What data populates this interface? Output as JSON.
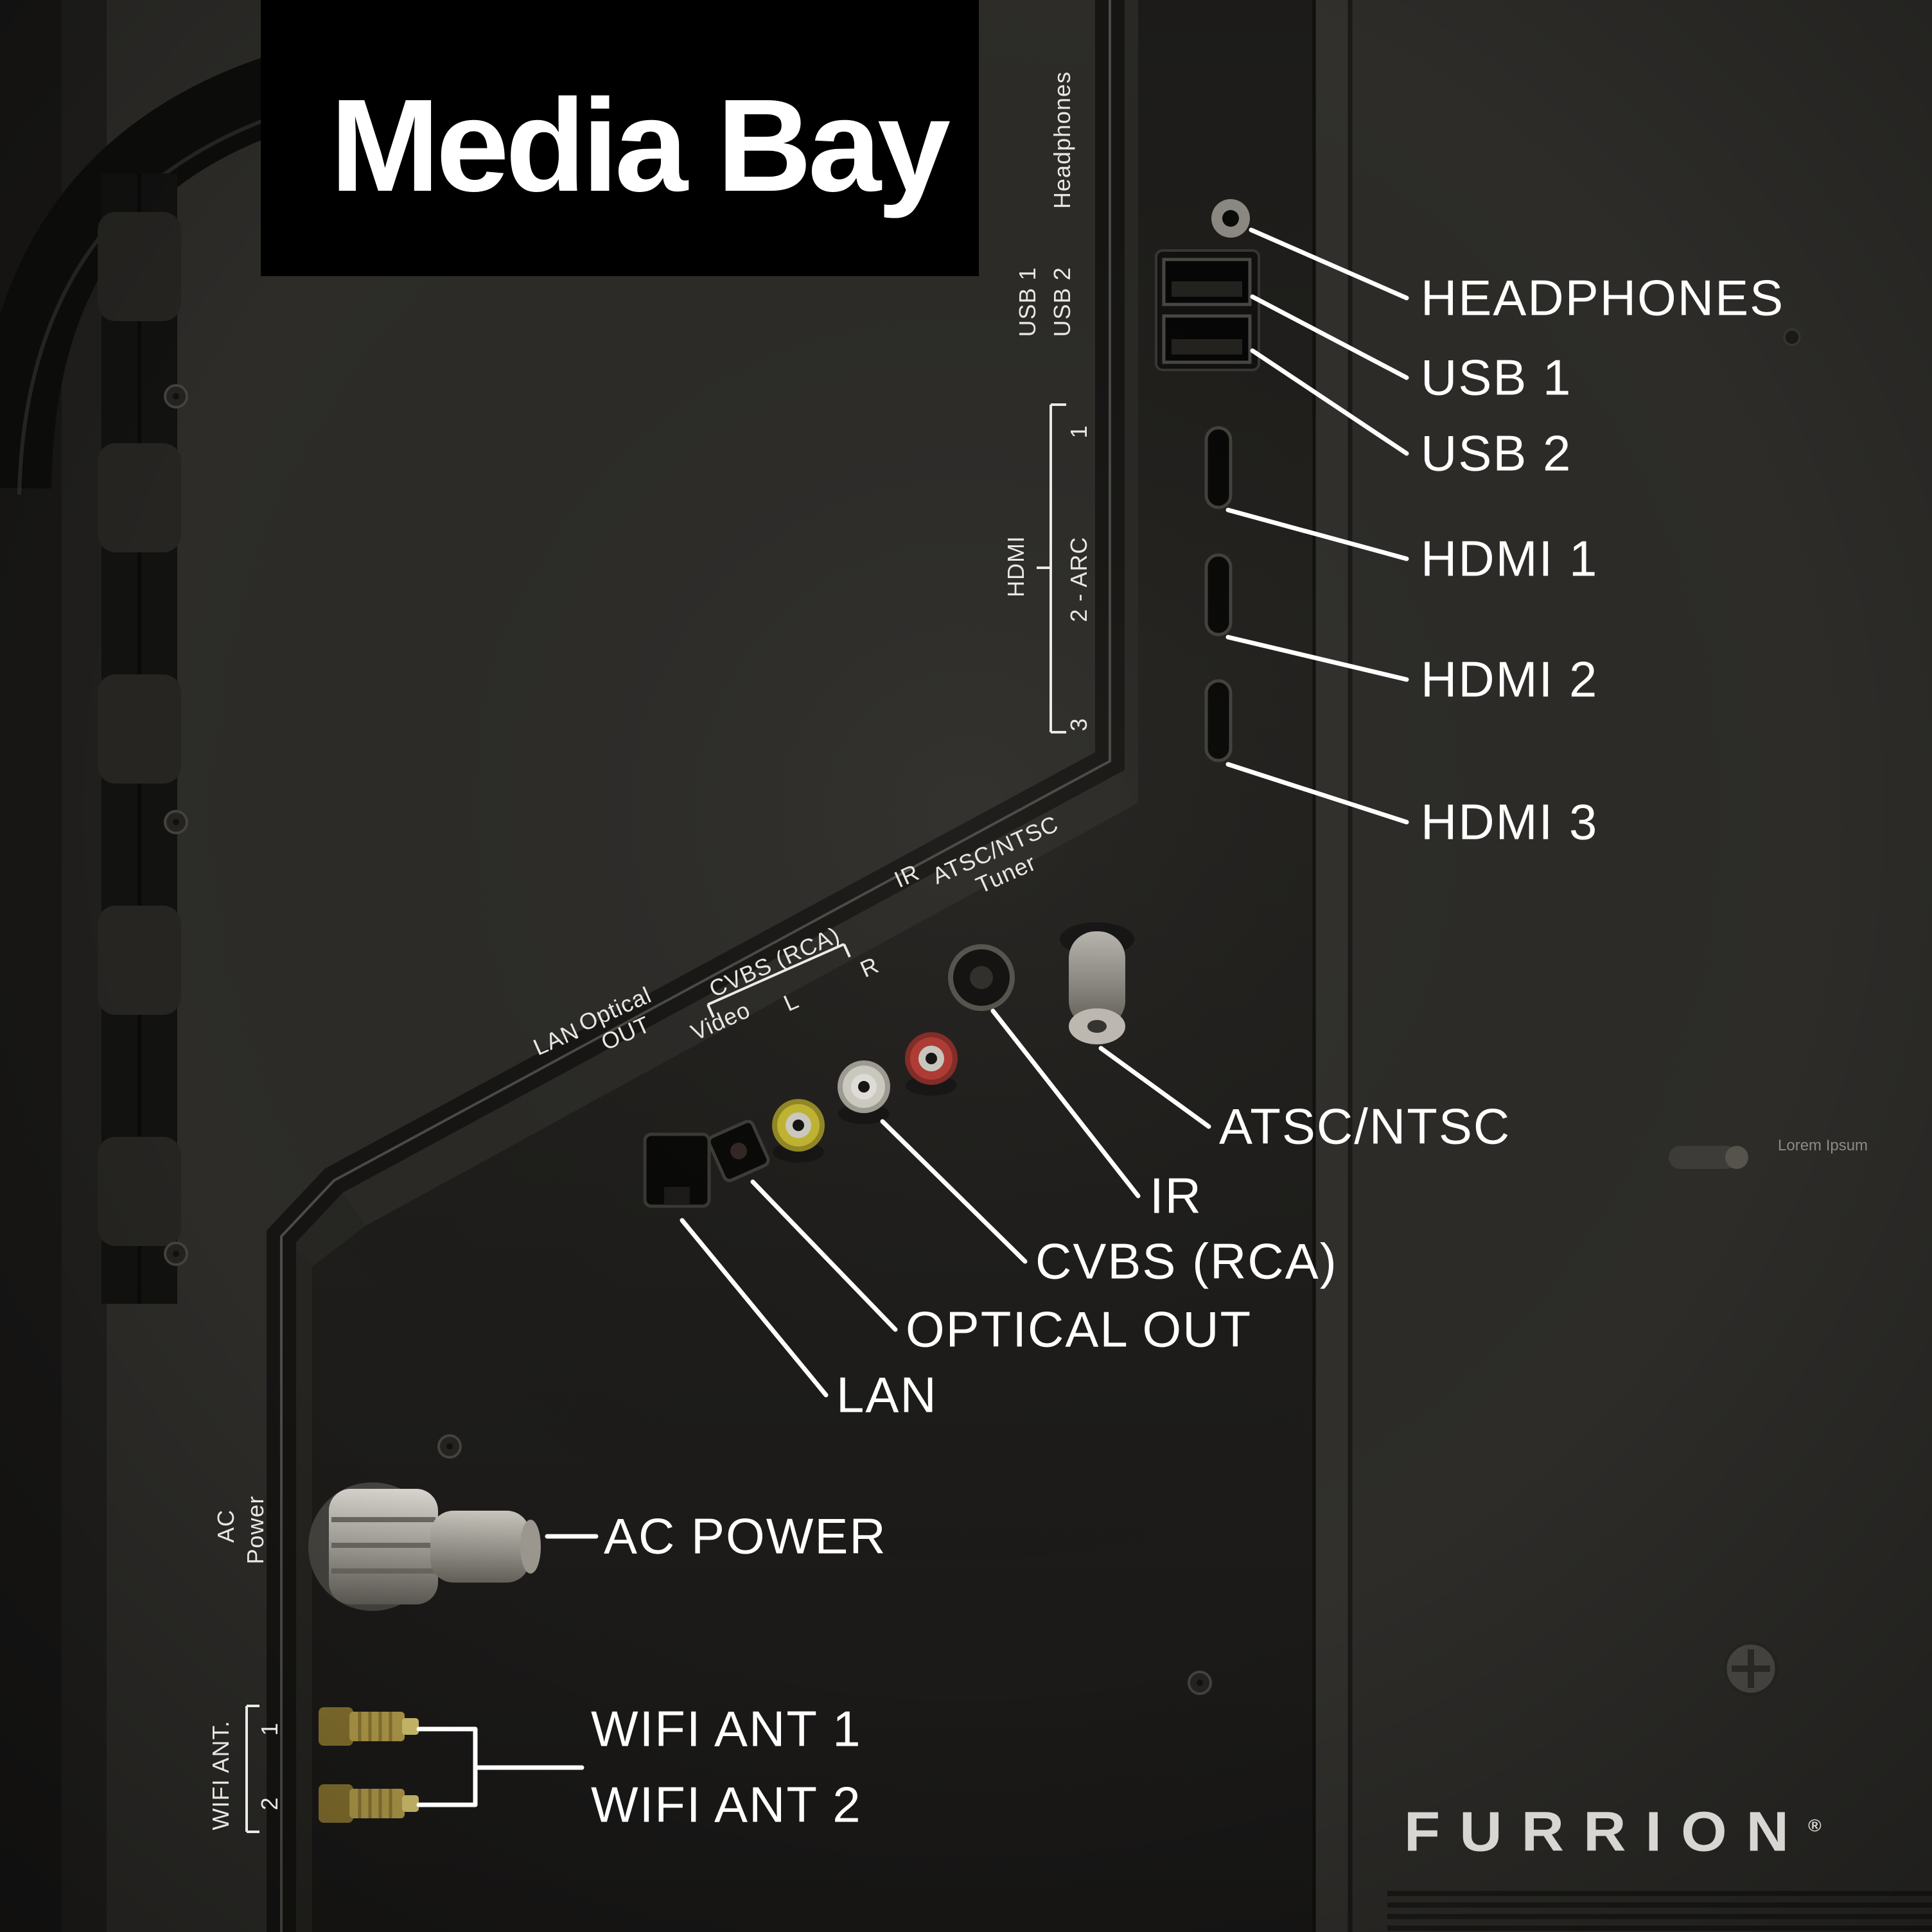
{
  "title": "Media Bay",
  "brand": "FURRION",
  "brand_mark": "®",
  "fine_print": "Lorem Ipsum",
  "callouts": {
    "headphones": "HEADPHONES",
    "usb_1": "USB 1",
    "usb_2": "USB 2",
    "hdmi_1": "HDMI 1",
    "hdmi_2": "HDMI 2",
    "hdmi_3": "HDMI 3",
    "atsc_ntsc": "ATSC/NTSC",
    "ir": "IR",
    "cvbs_rca": "CVBS (RCA)",
    "optical_out": "OPTICAL OUT",
    "lan": "LAN",
    "ac_power": "AC POWER",
    "wifi_ant_1": "WIFI ANT 1",
    "wifi_ant_2": "WIFI ANT 2"
  },
  "panel_labels": {
    "headphones": "Headphones",
    "usb_1": "USB 1",
    "usb_2": "USB 2",
    "hdmi": "HDMI",
    "hdmi_port_1": "1",
    "hdmi_port_2": "2 - ARC",
    "hdmi_port_3": "3",
    "ir": "IR",
    "atsc_line1": "ATSC/NTSC",
    "atsc_line2": "Tuner",
    "lan": "LAN",
    "optical_line1": "Optical",
    "optical_line2": "OUT",
    "cvbs": "CVBS (RCA)",
    "video": "Video",
    "left": "L",
    "right": "R",
    "ac_line1": "AC",
    "ac_line2": "Power",
    "wifi": "WIFI ANT.",
    "wifi_1": "1",
    "wifi_2": "2"
  },
  "colors": {
    "background": "#2d2c29",
    "callout_line": "#ffffff",
    "rca_video": "#cdbf33",
    "rca_left": "#dcdacf",
    "rca_right": "#bc3c35",
    "wifi_gold": "#b59e4a"
  }
}
